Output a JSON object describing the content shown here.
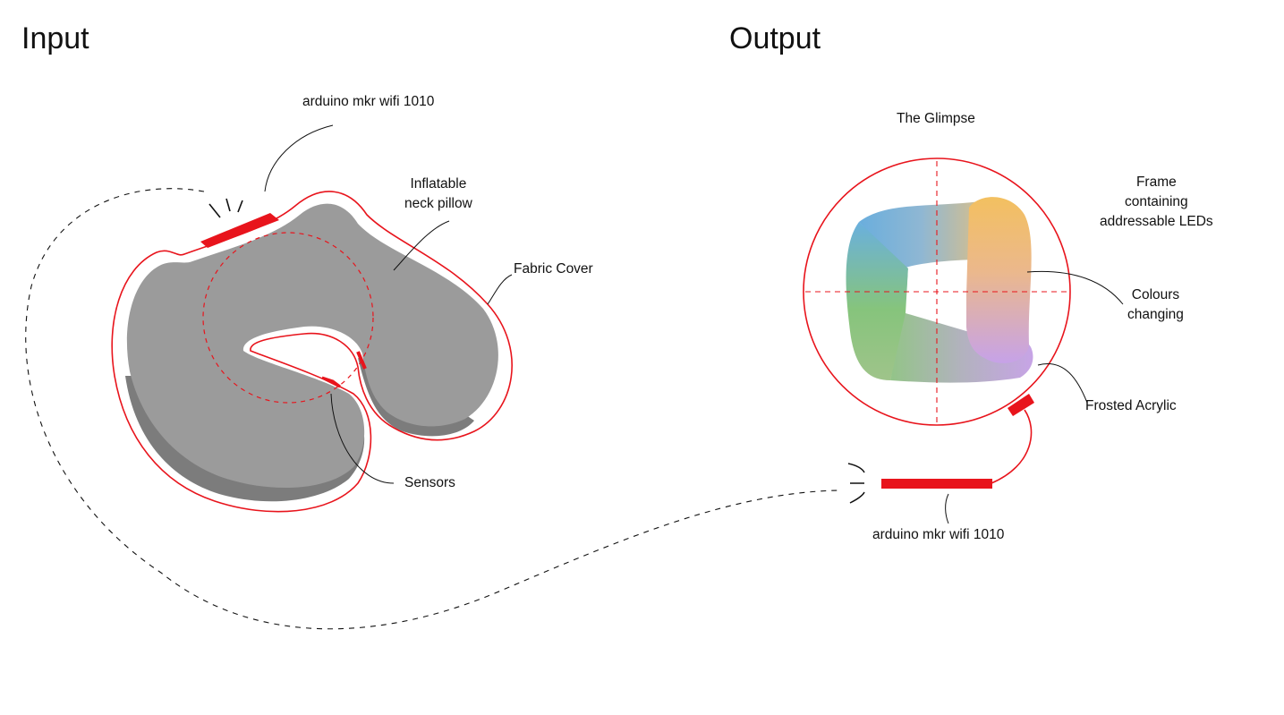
{
  "headings": {
    "input": "Input",
    "output": "Output"
  },
  "labels": {
    "input_arduino": "arduino mkr wifi 1010",
    "pillow_line1": "Inflatable",
    "pillow_line2": "neck pillow",
    "fabric_cover": "Fabric Cover",
    "sensors": "Sensors",
    "glimpse": "The Glimpse",
    "frame_line1": "Frame",
    "frame_line2": "containing",
    "frame_line3": "addressable LEDs",
    "colours_line1": "Colours",
    "colours_line2": "changing",
    "frosted": "Frosted Acrylic",
    "output_arduino": "arduino mkr wifi 1010"
  },
  "colors": {
    "accent_red": "#e8141c",
    "pillow_grey": "#9b9b9b",
    "pillow_shadow": "#7c7c7c",
    "led_blue": "#6db3e0",
    "led_green": "#8cc87a",
    "led_orange": "#f2c063",
    "led_purple": "#c9a3e6"
  }
}
